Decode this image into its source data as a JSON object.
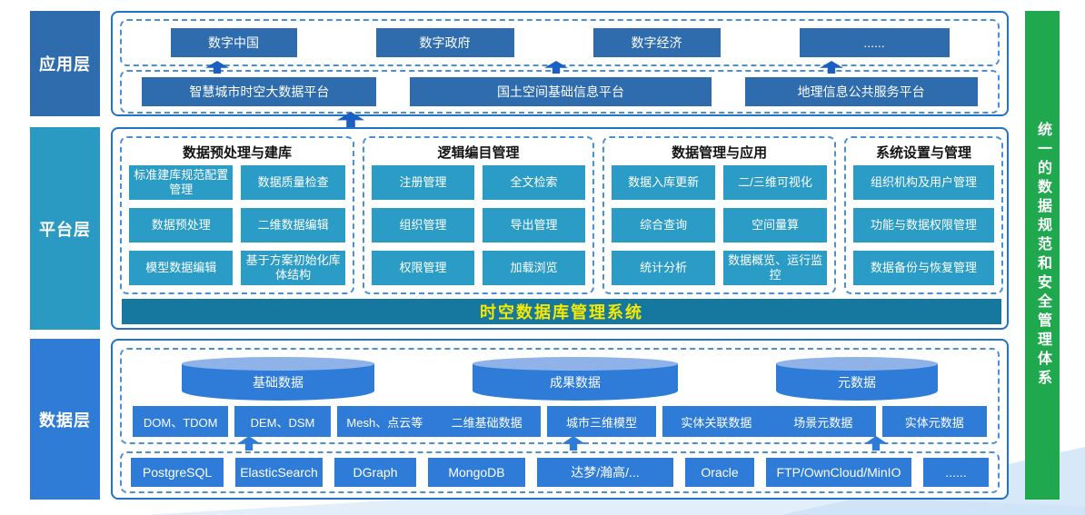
{
  "layers": {
    "application": {
      "label": "应用层",
      "top_row": [
        "数字中国",
        "数字政府",
        "数字经济",
        "......"
      ],
      "bottom_row": [
        "智慧城市时空大数据平台",
        "国土空间基础信息平台",
        "地理信息公共服务平台"
      ]
    },
    "platform": {
      "label": "平台层",
      "columns": [
        {
          "title": "数据预处理与建库",
          "items": [
            "标准建库规范配置管理",
            "数据质量检查",
            "数据预处理",
            "二维数据编辑",
            "模型数据编辑",
            "基于方案初始化库体结构"
          ]
        },
        {
          "title": "逻辑编目管理",
          "items": [
            "注册管理",
            "全文检索",
            "组织管理",
            "导出管理",
            "权限管理",
            "加载浏览"
          ]
        },
        {
          "title": "数据管理与应用",
          "items": [
            "数据入库更新",
            "二/三维可视化",
            "综合查询",
            "空间量算",
            "统计分析",
            "数据概览、运行监控"
          ]
        },
        {
          "title": "系统设置与管理",
          "items": [
            "组织机构及用户管理",
            "功能与数据权限管理",
            "数据备份与恢复管理"
          ]
        }
      ],
      "bottom_bar": "时空数据库管理系统"
    },
    "data": {
      "label": "数据层",
      "groups": [
        {
          "cylinder": "基础数据",
          "items": [
            "DOM、TDOM",
            "DEM、DSM",
            "Mesh、点云等"
          ]
        },
        {
          "cylinder": "成果数据",
          "items": [
            "二维基础数据",
            "城市三维模型",
            "实体关联数据"
          ]
        },
        {
          "cylinder": "元数据",
          "items": [
            "场景元数据",
            "实体元数据"
          ]
        }
      ],
      "databases": [
        "PostgreSQL",
        "ElasticSearch",
        "DGraph",
        "MongoDB",
        "达梦/瀚高/...",
        "Oracle",
        "FTP/OwnCloud/MinIO",
        "......"
      ]
    }
  },
  "side_bar": {
    "text": "统一的数据规范和安全管理体系"
  },
  "colors": {
    "app_blue": "#2e6cae",
    "platform_teal": "#2a9cc6",
    "platform_label": "#2b9ac2",
    "platform_bar_bg": "#17789f",
    "platform_bar_text": "#f5e900",
    "data_blue": "#2e7cd8",
    "cylinder_cap": "#8fb3e8",
    "green_bar": "#1fa84d",
    "container_border": "#2173c8",
    "dashed_border": "#4a90d9",
    "arrow_dark": "#1c5fc2"
  }
}
